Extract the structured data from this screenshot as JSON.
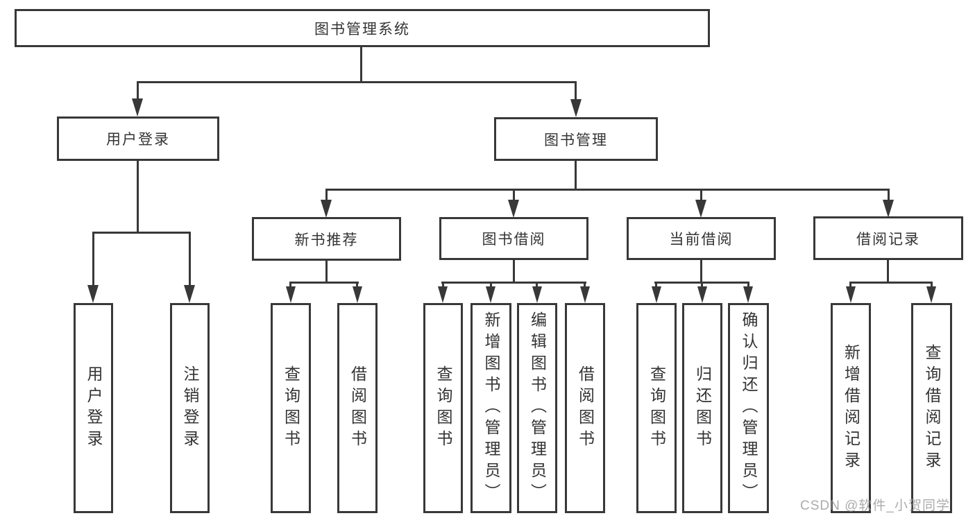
{
  "diagram": {
    "root": {
      "label": "图书管理系统"
    },
    "level2": [
      {
        "label": "用户登录"
      },
      {
        "label": "图书管理"
      }
    ],
    "level3": [
      {
        "label": "新书推荐"
      },
      {
        "label": "图书借阅"
      },
      {
        "label": "当前借阅"
      },
      {
        "label": "借阅记录"
      }
    ],
    "leaves": [
      {
        "label": "用户登录"
      },
      {
        "label": "注销登录"
      },
      {
        "label": "查询图书"
      },
      {
        "label": "借阅图书"
      },
      {
        "label": "查询图书"
      },
      {
        "label": "新增图书（管理员）"
      },
      {
        "label": "编辑图书（管理员）"
      },
      {
        "label": "借阅图书"
      },
      {
        "label": "查询图书"
      },
      {
        "label": "归还图书"
      },
      {
        "label": "确认归还（管理员）"
      },
      {
        "label": "新增借阅记录"
      },
      {
        "label": "查询借阅记录"
      }
    ]
  },
  "watermark": {
    "text": "CSDN @软件_小贺同学"
  },
  "colors": {
    "line": "#383838",
    "text": "#333333",
    "background": "#ffffff",
    "watermark": "#969696"
  }
}
